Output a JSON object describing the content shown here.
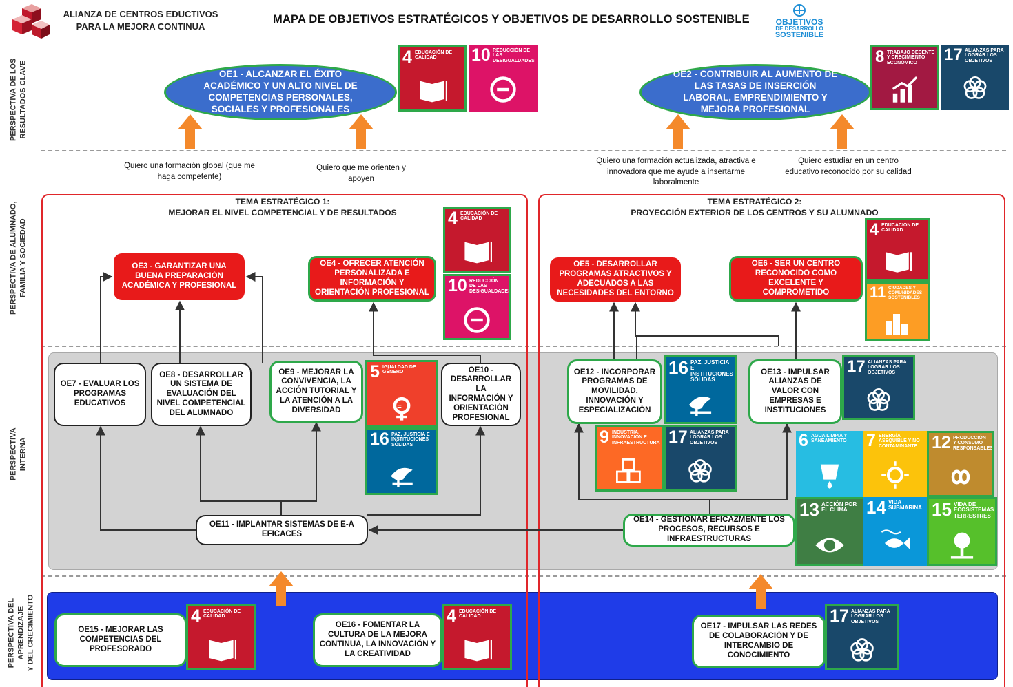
{
  "header": {
    "org_name_line1": "ALIANZA DE CENTROS EDUCTIVOS",
    "org_name_line2": "PARA LA MEJORA CONTINUA",
    "title": "MAPA DE OBJETIVOS ESTRATÉGICOS Y OBJETIVOS DE DESARROLLO SOSTENIBLE",
    "ods_logo_line1": "OBJETIVOS",
    "ods_logo_line2": "DE DESARROLLO",
    "ods_logo_line3": "SOSTENIBLE"
  },
  "perspectives": {
    "results": "PERSPECTIVA DE LOS\nRESULTADOS CLAVE",
    "students": "PERSPECTIVA DE ALUMNADO,\nFAMILIA Y SOCIEDAD",
    "internal": "PERSPECTIVA\nINTERNA",
    "learning": "PERSPECTIVA DEL\nAPRENDIZAJE\nY DEL CRECIMIENTO"
  },
  "objectives": {
    "oe1": "OE1 - ALCANZAR EL ÉXITO ACADÉMICO Y UN ALTO NIVEL DE COMPETENCIAS PERSONALES, SOCIALES Y PROFESIONALES",
    "oe2": "OE2 - CONTRIBUIR AL AUMENTO DE LAS TASAS DE INSERCIÓN LABORAL, EMPRENDIMIENTO Y MEJORA PROFESIONAL",
    "oe3": "OE3 - GARANTIZAR UNA BUENA PREPARACIÓN ACADÉMICA Y PROFESIONAL",
    "oe4": "OE4 - OFRECER ATENCIÓN PERSONALIZADA E INFORMACIÓN Y ORIENTACIÓN PROFESIONAL",
    "oe5": "OE5 - DESARROLLAR PROGRAMAS ATRACTIVOS Y ADECUADOS A LAS NECESIDADES DEL ENTORNO",
    "oe6": "OE6 - SER UN CENTRO RECONOCIDO COMO EXCELENTE Y COMPROMETIDO",
    "oe7": "OE7 - EVALUAR LOS PROGRAMAS EDUCATIVOS",
    "oe8": "OE8 - DESARROLLAR UN SISTEMA DE EVALUACIÓN DEL NIVEL COMPETENCIAL DEL ALUMNADO",
    "oe9": "OE9 - MEJORAR LA CONVIVENCIA, LA ACCIÓN TUTORIAL Y LA ATENCIÓN A LA DIVERSIDAD",
    "oe10": "OE10 - DESARROLLAR LA INFORMACIÓN Y ORIENTACIÓN PROFESIONAL",
    "oe11": "OE11 - IMPLANTAR SISTEMAS DE E-A EFICACES",
    "oe12": "OE12 - INCORPORAR PROGRAMAS DE MOVILIDAD, INNOVACIÓN Y ESPECIALIZACIÓN",
    "oe13": "OE13 - IMPULSAR ALIANZAS DE VALOR CON EMPRESAS E INSTITUCIONES",
    "oe14": "OE14 - GESTIONAR EFICAZMENTE LOS PROCESOS, RECURSOS E INFRAESTRUCTURAS",
    "oe15": "OE15 - MEJORAR LAS COMPETENCIAS DEL PROFESORADO",
    "oe16": "OE16 - FOMENTAR LA CULTURA DE LA MEJORA CONTINUA, LA INNOVACIÓN Y LA CREATIVIDAD",
    "oe17": "OE17 - IMPULSAR LAS REDES DE COLABORACIÓN Y DE INTERCAMBIO DE CONOCIMIENTO"
  },
  "quotes": {
    "q1": "Quiero una formación global (que me haga competente)",
    "q2": "Quiero que me orienten y apoyen",
    "q3": "Quiero una formación actualizada, atractiva e innovadora que me ayude a insertarme laboralmente",
    "q4": "Quiero estudiar en un centro educativo reconocido por su calidad"
  },
  "themes": {
    "t1_line1": "TEMA ESTRATÉGICO 1:",
    "t1_line2": "MEJORAR EL NIVEL COMPETENCIAL Y DE RESULTADOS",
    "t2_line1": "TEMA ESTRATÉGICO 2:",
    "t2_line2": "PROYECCIÓN EXTERIOR DE LOS CENTROS Y SU ALUMNADO"
  },
  "sdg": {
    "s4": {
      "num": "4",
      "label": "EDUCACIÓN DE CALIDAD",
      "color": "#c5192d",
      "icon": "book-icon"
    },
    "s5": {
      "num": "5",
      "label": "IGUALDAD DE GÉNERO",
      "color": "#ef402b",
      "icon": "gender-icon"
    },
    "s6": {
      "num": "6",
      "label": "AGUA LIMPIA Y SANEAMIENTO",
      "color": "#27bde2",
      "icon": "water-icon"
    },
    "s7": {
      "num": "7",
      "label": "ENERGÍA ASEQUIBLE Y NO CONTAMINANTE",
      "color": "#fcc30b",
      "icon": "sun-icon"
    },
    "s8": {
      "num": "8",
      "label": "TRABAJO DECENTE Y CRECIMIENTO ECONÓMICO",
      "color": "#a21942",
      "icon": "growth-icon"
    },
    "s9": {
      "num": "9",
      "label": "INDUSTRIA, INNOVACIÓN E INFRAESTRUCTURA",
      "color": "#fd6925",
      "icon": "cubes-icon"
    },
    "s10": {
      "num": "10",
      "label": "REDUCCIÓN DE LAS DESIGUALDADES",
      "color": "#dd1367",
      "icon": "equality-icon"
    },
    "s11": {
      "num": "11",
      "label": "CIUDADES Y COMUNIDADES SOSTENIBLES",
      "color": "#fd9d24",
      "icon": "city-icon"
    },
    "s12": {
      "num": "12",
      "label": "PRODUCCIÓN Y CONSUMO RESPONSABLES",
      "color": "#bf8b2e",
      "icon": "infinity-icon"
    },
    "s13": {
      "num": "13",
      "label": "ACCIÓN POR EL CLIMA",
      "color": "#3f7e44",
      "icon": "eye-icon"
    },
    "s14": {
      "num": "14",
      "label": "VIDA SUBMARINA",
      "color": "#0a97d9",
      "icon": "fish-icon"
    },
    "s15": {
      "num": "15",
      "label": "VIDA DE ECOSISTEMAS TERRESTRES",
      "color": "#56c02b",
      "icon": "tree-icon"
    },
    "s16": {
      "num": "16",
      "label": "PAZ, JUSTICIA E INSTITUCIONES SÓLIDAS",
      "color": "#00689d",
      "icon": "dove-icon"
    },
    "s17": {
      "num": "17",
      "label": "ALIANZAS PARA LOGRAR LOS OBJETIVOS",
      "color": "#19486a",
      "icon": "flower-icon"
    }
  },
  "colors": {
    "arrow": "#f4892b",
    "ellipse": "#3b6dcc",
    "highlight_border": "#2ea84a",
    "red_objective": "#e81a1a",
    "frame": "#e0262a",
    "internal_band": "#d3d3d3",
    "learning_band": "#1f3ce8"
  }
}
